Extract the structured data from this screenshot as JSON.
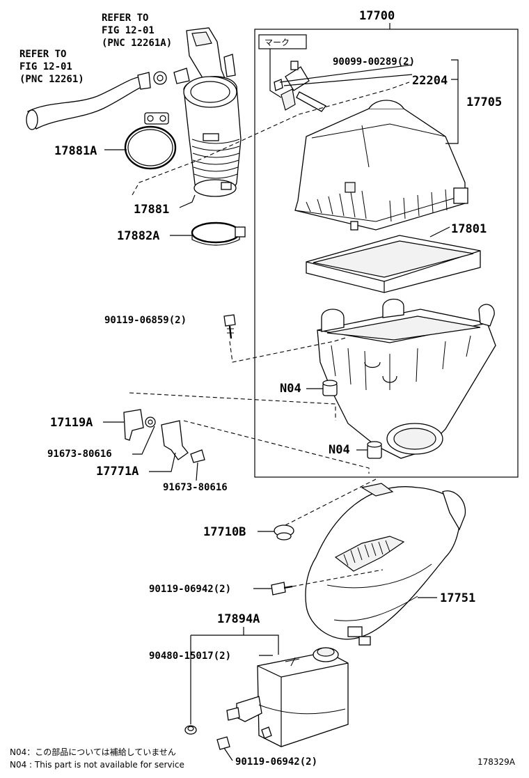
{
  "diagram": {
    "refs": {
      "upper_ref": [
        "REFER TO",
        "FIG 12-01",
        "(PNC 12261A)"
      ],
      "left_ref": [
        "REFER TO",
        "FIG 12-01",
        "(PNC 12261)"
      ]
    },
    "labels": {
      "p17700": "17700",
      "p90099": "90099-00289(2)",
      "p22204": "22204",
      "p17705": "17705",
      "p17881A": "17881A",
      "p17881": "17881",
      "p17882A": "17882A",
      "p17801": "17801",
      "p90119_06859": "90119-06859(2)",
      "n04_1": "N04",
      "n04_2": "N04",
      "p17119A": "17119A",
      "p91673_a": "91673-80616",
      "p17771A": "17771A",
      "p91673_b": "91673-80616",
      "p17710B": "17710B",
      "p90119_06942_a": "90119-06942(2)",
      "p17751": "17751",
      "p17894A": "17894A",
      "p90480": "90480-15017(2)",
      "p90119_06942_b": "90119-06942(2)",
      "mark": "マーク"
    },
    "notes": {
      "jp": "N04：この部品については補給していません",
      "en": "N04 : This part is not available for service"
    },
    "figure_id": "178329A"
  }
}
